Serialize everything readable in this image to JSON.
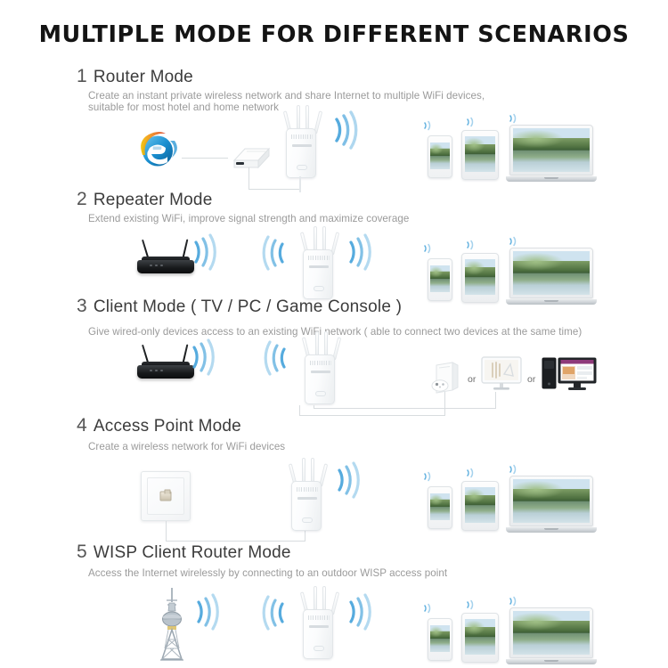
{
  "header": {
    "title": "MULTIPLE MODE FOR DIFFERENT SCENARIOS"
  },
  "colors": {
    "background": "#ffffff",
    "title_text": "#141414",
    "heading_text": "#3c3c3c",
    "number_text": "#555555",
    "description_text": "#9a9a9a",
    "wifi_signal_blue": "#4da6dc",
    "cable_line": "#d8dcdf",
    "router_black": "#17191b",
    "ie_blue": "#1a7fc1"
  },
  "modes": [
    {
      "number": "1",
      "title": "Router Mode",
      "description": "Create an instant private wireless network and share Internet to multiple WiFi devices,\nsuitable for most hotel and home network",
      "source_device": "internet-explorer-icon",
      "intermediate_device": "modem-box",
      "client_devices": [
        "smartphone",
        "tablet",
        "laptop"
      ]
    },
    {
      "number": "2",
      "title": "Repeater Mode",
      "description": "Extend existing WiFi, improve signal strength and maximize coverage",
      "source_device": "wireless-router",
      "client_devices": [
        "smartphone",
        "tablet",
        "laptop"
      ]
    },
    {
      "number": "3",
      "title": "Client Mode ( TV / PC / Game Console )",
      "description": "Give wired-only devices access to an existing WiFi network ( able to connect two devices at the same time)",
      "source_device": "wireless-router",
      "client_devices": [
        "game-console",
        "tv-monitor",
        "desktop-pc"
      ],
      "separator_label": "or"
    },
    {
      "number": "4",
      "title": "Access Point Mode",
      "description": "Create a wireless network for WiFi devices",
      "source_device": "ethernet-wall-plate",
      "client_devices": [
        "smartphone",
        "tablet",
        "laptop"
      ]
    },
    {
      "number": "5",
      "title": "WISP Client Router Mode",
      "description": "Access the Internet wirelessly by connecting to an outdoor WISP access point",
      "source_device": "wisp-transmission-tower",
      "client_devices": [
        "smartphone",
        "tablet",
        "laptop"
      ]
    }
  ],
  "product": {
    "name": "wifi-range-extender",
    "antenna_count": 4
  }
}
